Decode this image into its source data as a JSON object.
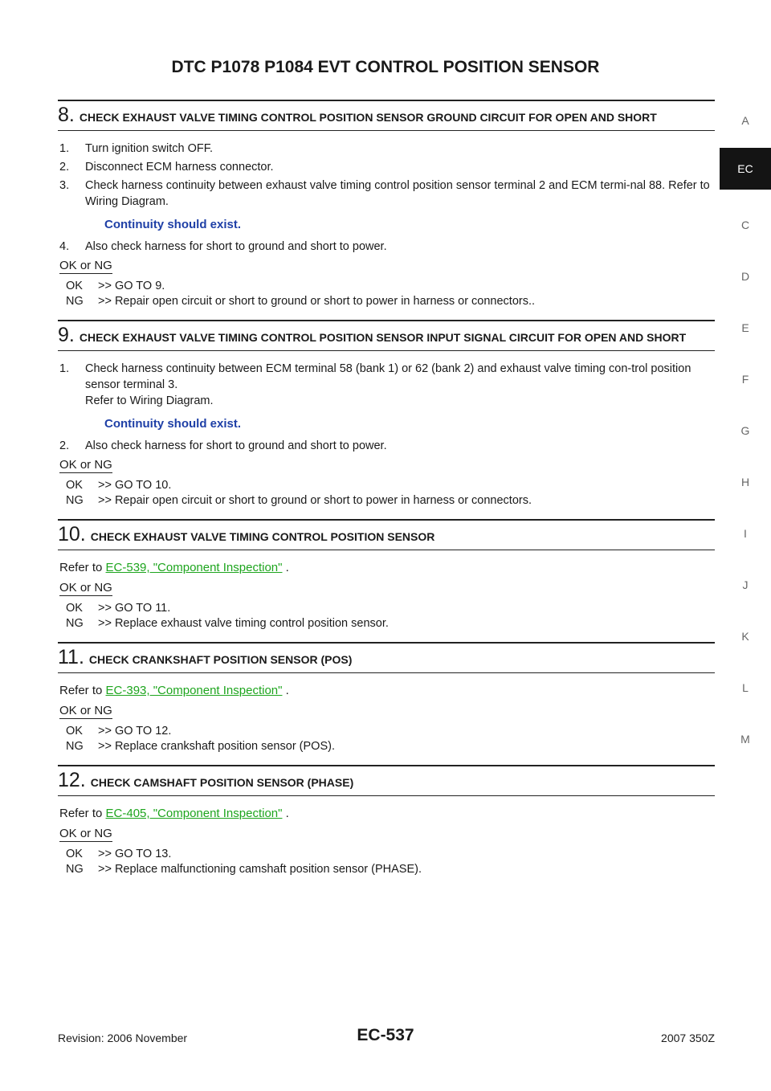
{
  "title": "DTC P1078 P1084 EVT CONTROL POSITION SENSOR",
  "steps": [
    {
      "num": "8.",
      "title": "CHECK EXHAUST VALVE TIMING CONTROL POSITION SENSOR GROUND CIRCUIT FOR OPEN AND SHORT",
      "items": [
        "Turn ignition switch OFF.",
        "Disconnect ECM harness connector.",
        "Check harness continuity between exhaust valve timing control position sensor terminal 2 and ECM termi-nal 88. Refer to Wiring Diagram.",
        "Also check harness for short to ground and short to power."
      ],
      "spec": "Continuity should exist.",
      "ok": ">> GO TO 9.",
      "ng": ">> Repair open circuit or short to ground or short to power in harness or connectors.."
    },
    {
      "num": "9.",
      "title": "CHECK EXHAUST VALVE TIMING CONTROL POSITION SENSOR INPUT SIGNAL CIRCUIT FOR OPEN AND SHORT",
      "item1_line1": "Check harness continuity between ECM terminal 58 (bank 1) or 62 (bank 2) and exhaust valve timing con-trol position sensor terminal 3.",
      "item1_line2": "Refer to Wiring Diagram.",
      "item2": "Also check harness for short to ground and short to power.",
      "spec": "Continuity should exist.",
      "ok": ">> GO TO 10.",
      "ng": ">> Repair open circuit or short to ground or short to power in harness or connectors."
    },
    {
      "num": "10.",
      "title": "CHECK EXHAUST VALVE TIMING CONTROL POSITION SENSOR",
      "link": "EC-539, \"Component Inspection\"",
      "ok": ">> GO TO 11.",
      "ng": ">> Replace exhaust valve timing control position sensor."
    },
    {
      "num": "11.",
      "title": "CHECK CRANKSHAFT POSITION SENSOR (POS)",
      "link": "EC-393, \"Component Inspection\"",
      "ok": ">> GO TO 12.",
      "ng": ">> Replace crankshaft position sensor (POS)."
    },
    {
      "num": "12.",
      "title": "CHECK CAMSHAFT POSITION SENSOR (PHASE)",
      "link": "EC-405, \"Component Inspection\"",
      "ok": ">> GO TO 13.",
      "ng": ">> Replace malfunctioning camshaft position sensor (PHASE)."
    }
  ],
  "labels": {
    "ok_or_ng": "OK or NG",
    "ok": "OK",
    "ng": "NG",
    "refer_to": "Refer to",
    "period": ".",
    "n1": "1.",
    "n2": "2.",
    "n3": "3.",
    "n4": "4."
  },
  "side_tabs": [
    "A",
    "EC",
    "C",
    "D",
    "E",
    "F",
    "G",
    "H",
    "I",
    "J",
    "K",
    "L",
    "M"
  ],
  "footer": {
    "revision": "Revision: 2006 November",
    "page": "EC-537",
    "model": "2007 350Z"
  },
  "colors": {
    "spec": "#1e3fa6",
    "link": "#1ea51e",
    "active_tab": "#141414"
  }
}
